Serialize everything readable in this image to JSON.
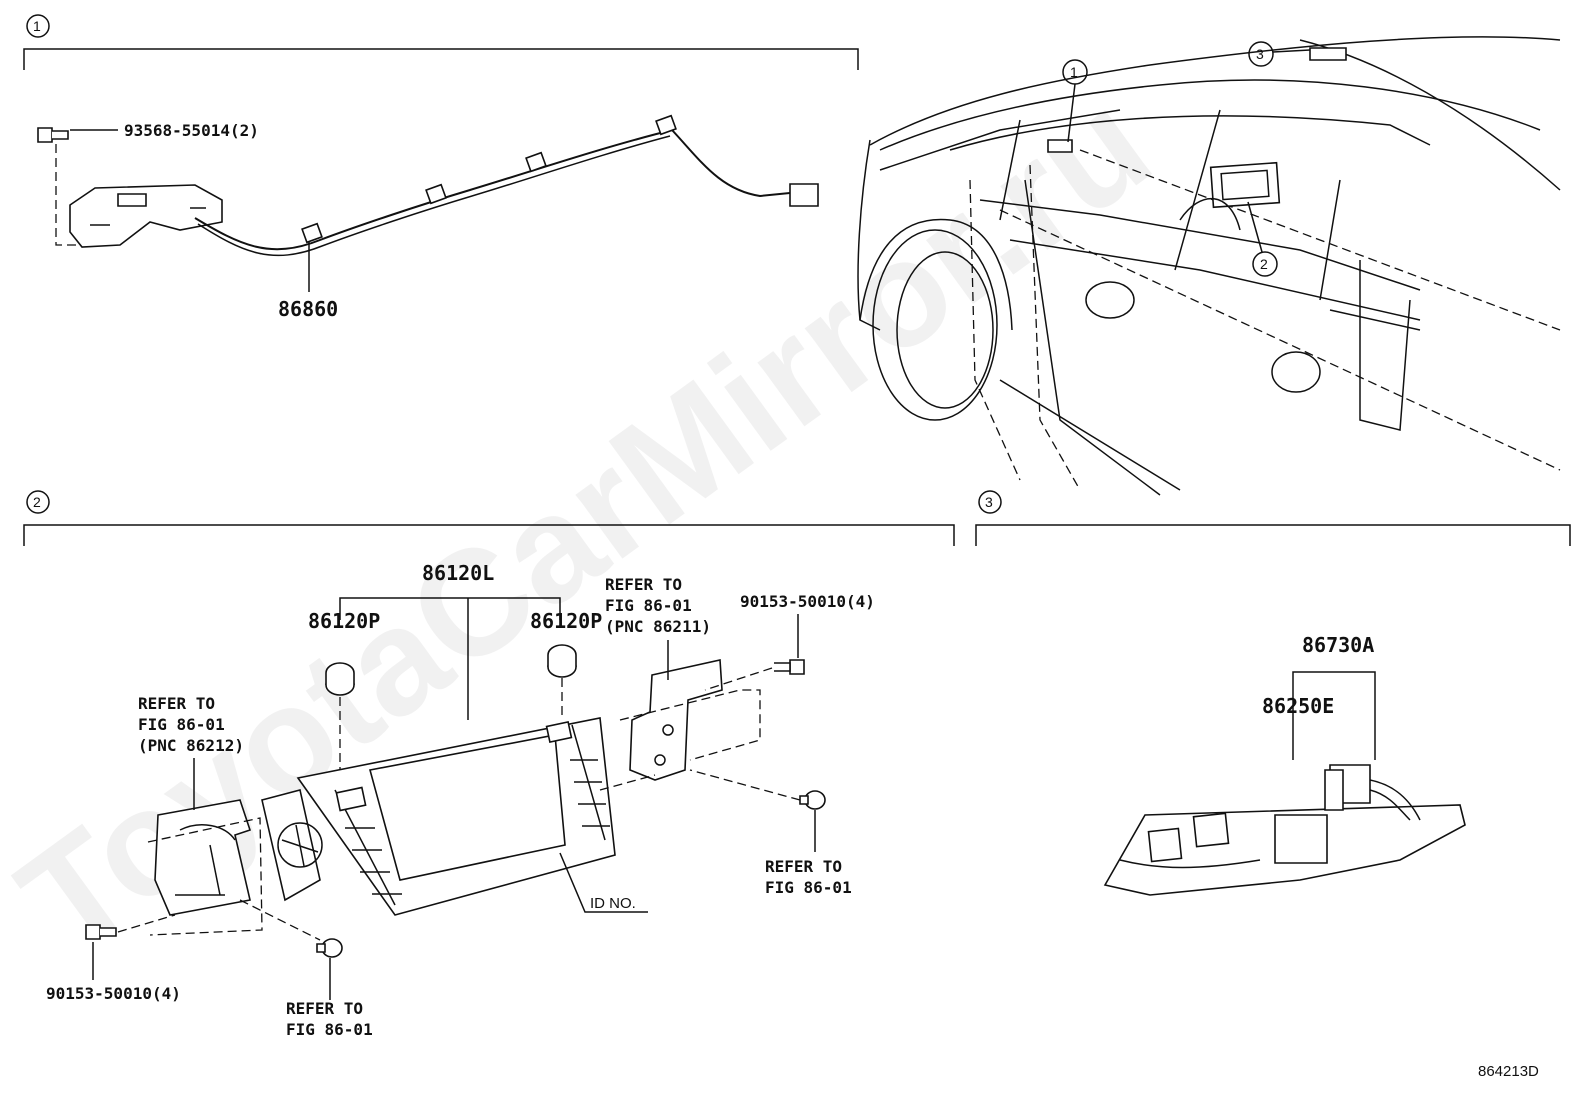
{
  "sections": [
    {
      "num": "1",
      "parts": {
        "screw": "93568-55014(2)",
        "harness": "86860"
      }
    },
    {
      "num": "2",
      "parts": {
        "display_assy": "86120L",
        "cap_left": "86120P",
        "cap_right": "86120P",
        "bracket_right_ref_1": "REFER TO",
        "bracket_right_ref_2": "FIG 86-01",
        "bracket_right_ref_3": "(PNC 86211)",
        "screw_right": "90153-50010(4)",
        "bracket_left_ref_1": "REFER TO",
        "bracket_left_ref_2": "FIG 86-01",
        "bracket_left_ref_3": "(PNC 86212)",
        "clip_right_ref_1": "REFER TO",
        "clip_right_ref_2": "FIG 86-01",
        "screw_left": "90153-50010(4)",
        "clip_bottom_ref_1": "REFER TO",
        "clip_bottom_ref_2": "FIG 86-01",
        "id_label": "ID NO."
      }
    },
    {
      "num": "3",
      "parts": {
        "assy": "86730A",
        "module": "86250E"
      }
    }
  ],
  "overview_callouts": [
    "1",
    "2",
    "3"
  ],
  "watermark": "ToyotaCarMirror.ru",
  "figure_id": "864213D"
}
